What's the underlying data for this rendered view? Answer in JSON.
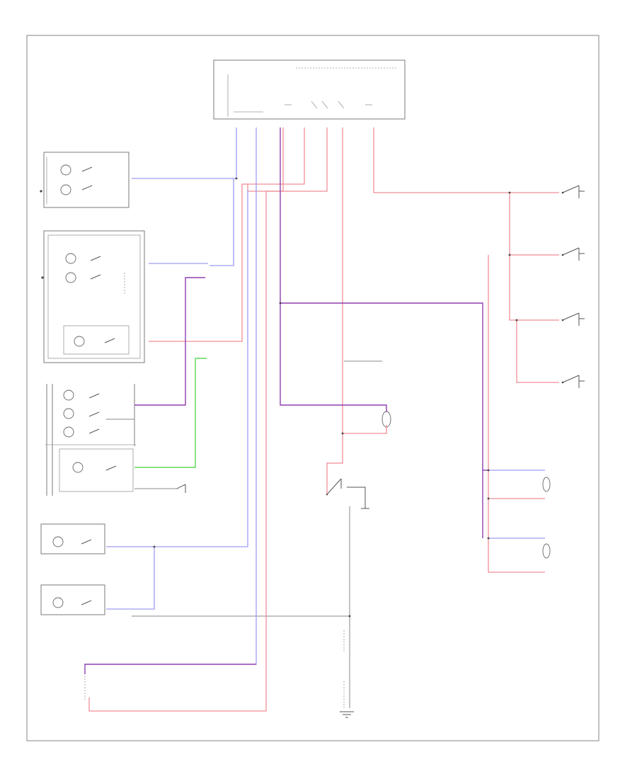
{
  "diagram": {
    "footer_code": "",
    "colors": {
      "red": "#f08e96",
      "blue": "#9d9cf4",
      "purple": "#8e3fae",
      "green": "#5ed85a",
      "gray": "#8a8a8a"
    },
    "components": [
      {
        "id": "central-processing-unit",
        "icon": "control-module-icon"
      },
      {
        "id": "door-jamb-switch-lf",
        "icon": "switch-icon"
      },
      {
        "id": "door-jamb-switch-rf",
        "icon": "switch-icon"
      },
      {
        "id": "door-jamb-switch-lr",
        "icon": "switch-icon"
      },
      {
        "id": "door-jamb-switch-rr",
        "icon": "switch-icon"
      },
      {
        "id": "map-light-front",
        "icon": "lamp-icon"
      },
      {
        "id": "map-light-rear",
        "icon": "lamp-icon"
      },
      {
        "id": "dome-light-front",
        "icon": "lamp-icon"
      },
      {
        "id": "dome-light-rear",
        "icon": "lamp-icon"
      },
      {
        "id": "vanity-mirror-light-right",
        "icon": "lamp-icon"
      },
      {
        "id": "vanity-mirror-light-left",
        "icon": "lamp-icon"
      },
      {
        "id": "trunk-light",
        "icon": "lamp-icon"
      },
      {
        "id": "footwell-light-left",
        "icon": "lamp-icon"
      },
      {
        "id": "footwell-light-right",
        "icon": "lamp-icon"
      },
      {
        "id": "glove-box-light",
        "icon": "lamp-icon"
      },
      {
        "id": "luggage-compartment-switch",
        "icon": "switch-icon"
      },
      {
        "id": "ground-point",
        "icon": "ground-icon"
      }
    ]
  }
}
